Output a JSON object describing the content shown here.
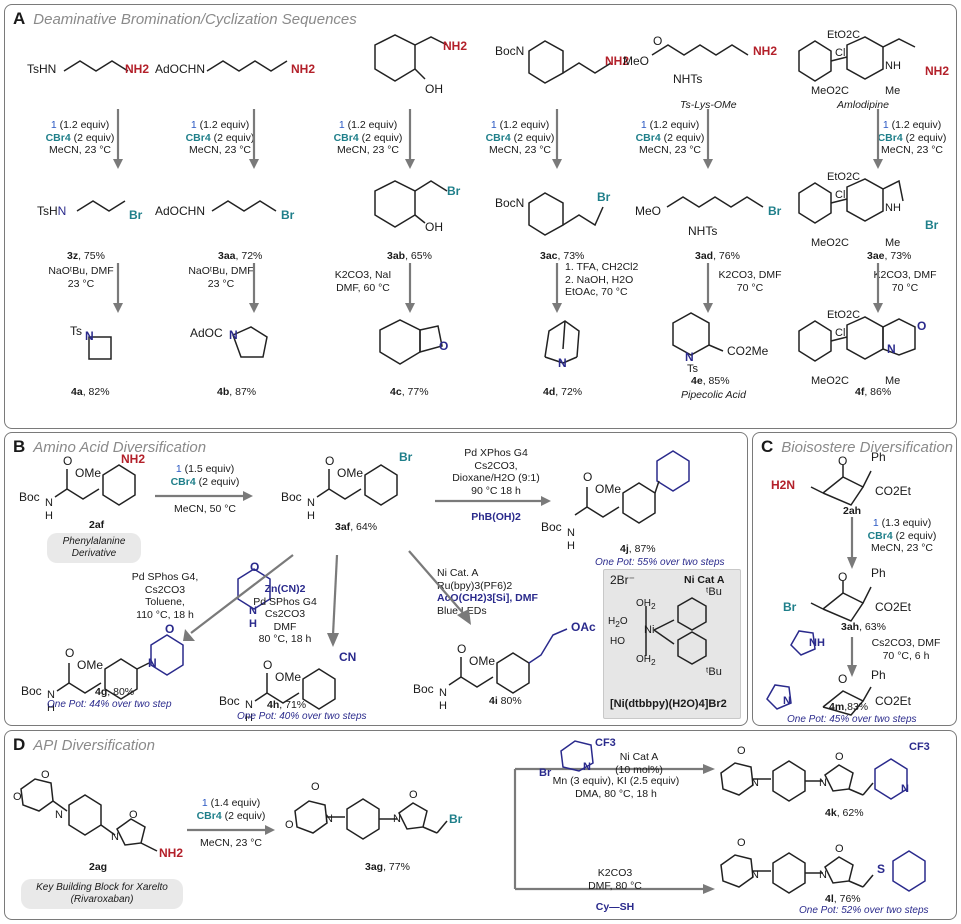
{
  "panelA": {
    "letter": "A",
    "title": "Deaminative Bromination/Cyclization Sequences",
    "cols": [
      {
        "sm": "TsHN",
        "sm_nh2": "NH2",
        "r_equiv": "(1.2 equiv)",
        "r_cbr": "(2 equiv)",
        "r_cond": "MeCN, 23 °C",
        "p1_lbl": "3z",
        "p1_yield": ", 75%",
        "c2a": "NaOᵗBu, DMF",
        "c2b": "23 °C",
        "p2_lbl": "4a",
        "p2_yield": ", 82%",
        "p1_text": "TsH",
        "p1_n": "N",
        "p1_br": "Br",
        "p2_text": "Ts"
      },
      {
        "sm": "AdOCHN",
        "sm_nh2": "NH2",
        "r_equiv": "(1.2 equiv)",
        "r_cbr": "(2 equiv)",
        "r_cond": "MeCN, 23 °C",
        "p1_lbl": "3aa",
        "p1_yield": ", 72%",
        "c2a": "NaOᵗBu, DMF",
        "c2b": "23 °C",
        "p2_lbl": "4b",
        "p2_yield": ", 87%",
        "p1_text": "AdOCHN",
        "p1_br": "Br",
        "p2_text": "AdOC"
      },
      {
        "sm_nh2": "NH2",
        "sm_oh": "OH",
        "r_equiv": "(1.2 equiv)",
        "r_cbr": "(2 equiv)",
        "r_cond": "MeCN, 23 °C",
        "p1_lbl": "3ab",
        "p1_yield": ", 65%",
        "c2a": "K2CO3, NaI",
        "c2b": "DMF, 60 °C",
        "p2_lbl": "4c",
        "p2_yield": ", 77%",
        "p1_br": "Br",
        "p1_oh": "OH",
        "p2_o": "O"
      },
      {
        "sm_boc": "BocN",
        "sm_nh2": "NH2",
        "r_equiv": "(1.2 equiv)",
        "r_cbr": "(2 equiv)",
        "r_cond": "MeCN, 23 °C",
        "p1_lbl": "3ac",
        "p1_yield": ", 73%",
        "c2a": "1. TFA, CH2Cl2",
        "c2b": "2. NaOH, H2O",
        "c2c": "EtOAc, 70 °C",
        "p2_lbl": "4d",
        "p2_yield": ", 72%",
        "p1_boc": "BocN",
        "p1_br": "Br",
        "p2_n": "N"
      },
      {
        "sm_meo": "MeO",
        "sm_o": "O",
        "sm_nhts": "NHTs",
        "sm_nh2": "NH2",
        "sm_name": "Ts-Lys-OMe",
        "r_equiv": "(1.2 equiv)",
        "r_cbr": "(2 equiv)",
        "r_cond": "MeCN, 23 °C",
        "p1_lbl": "3ad",
        "p1_yield": ", 76%",
        "c2a": "K2CO3, DMF",
        "c2b": "70 °C",
        "p2_lbl": "4e",
        "p2_yield": ", 85%",
        "p2_name": "Pipecolic Acid",
        "p1_meo": "MeO",
        "p1_nhts": "NHTs",
        "p1_br": "Br",
        "p2_n": "N",
        "p2_ts": "Ts",
        "p2_co2me": "CO2Me"
      },
      {
        "sm_eto": "EtO2C",
        "sm_cl": "Cl",
        "sm_nh": "NH",
        "sm_meo": "MeO2C",
        "sm_me": "Me",
        "sm_nh2": "NH2",
        "sm_name": "Amlodipine",
        "r_equiv": "(1.2 equiv)",
        "r_cbr": "(2 equiv)",
        "r_cond": "MeCN, 23 °C",
        "p1_lbl": "3ae",
        "p1_yield": ", 73%",
        "c2a": "K2CO3, DMF",
        "c2b": "70 °C",
        "p2_lbl": "4f",
        "p2_yield": ", 86%",
        "p1_br": "Br",
        "p2_n": "N",
        "p2_o": "O"
      }
    ],
    "reagent_1": "1",
    "reagent_cbr": "CBr4"
  },
  "panelB": {
    "letter": "B",
    "title": "Amino Acid Diversification",
    "sm_lbl": "2af",
    "sm_name": "Phenylalanine Derivative",
    "r_equiv": "(1.5 equiv)",
    "r_cbr": "(2 equiv)",
    "r_cond": "MeCN, 50 °C",
    "mid_lbl": "3af",
    "mid_yield": ", 64%",
    "suzuki_1": "Pd XPhos G4",
    "suzuki_2": "Cs2CO3,",
    "suzuki_3": "Dioxane/H2O (9:1)",
    "suzuki_4": "90 °C 18 h",
    "suzuki_reag": "PhB(OH)2",
    "p4j_lbl": "4j",
    "p4j_yield": ", 87%",
    "p4j_onepot": "One Pot: 55% over two steps",
    "bh_1": "Pd SPhos G4,",
    "bh_2": "Cs2CO3",
    "bh_3": "Toluene,",
    "bh_4": "110 °C, 18 h",
    "p4g_lbl": "4g",
    "p4g_yield": ", 80%",
    "p4g_onepot": "One Pot: 44% over two step",
    "cn_reag": "Zn(CN)2",
    "cn_1": "Pd SPhos G4",
    "cn_2": "Cs2CO3",
    "cn_3": "DMF",
    "cn_4": "80 °C, 18 h",
    "p4h_lbl": "4h",
    "p4h_yield": ", 71%",
    "p4h_onepot": "One Pot: 40% over two steps",
    "ni_1": "Ni Cat. A",
    "ni_2": "Ru(bpy)3(PF6)2",
    "ni_3": "AcO(CH2)3[Si], DMF",
    "ni_4": "Blue LEDs",
    "p4i_lbl": "4i",
    "p4i_yield": " 80%",
    "cat_title": "Ni Cat A",
    "cat_formula": "[Ni(dtbbpy)(H2O)4]Br2",
    "cat_2br": "2Br⁻",
    "cat_tbu": "ᵗBu",
    "ome": "OMe",
    "boc": "Boc",
    "n": "N",
    "h": "H",
    "o": "O",
    "br": "Br",
    "cn": "CN",
    "oac": "OAc",
    "nh2": "NH2"
  },
  "panelC": {
    "letter": "C",
    "title": "Bioisostere Diversification",
    "sm_lbl": "2ah",
    "r_equiv": "(1.3 equiv)",
    "r_cbr": "(2 equiv)",
    "r_cond": "MeCN, 23 °C",
    "mid_lbl": "3ah",
    "mid_yield": ", 63%",
    "c2a": "Cs2CO3, DMF",
    "c2b": "70 °C, 6 h",
    "p_lbl": "4m",
    "p_yield": ",83%",
    "onepot": "One Pot:  45% over two steps",
    "ph": "Ph",
    "co2et": "CO2Et",
    "h2n": "H2N",
    "br": "Br",
    "o": "O",
    "nh": "NH",
    "n": "N"
  },
  "panelD": {
    "letter": "D",
    "title": "API Diversification",
    "sm_lbl": "2ag",
    "sm_name": "Key Building Block for Xarelto (Rivaroxaban)",
    "r_equiv": "(1.4 equiv)",
    "r_cbr": "(2 equiv)",
    "r_cond": "MeCN, 23 °C",
    "mid_lbl": "3ag",
    "mid_yield": ", 77%",
    "top_reag_br": "Br",
    "top_reag_cf3": "CF3",
    "top_reag_n": "N",
    "top_1": "Ni Cat A",
    "top_2": "(10 mol%)",
    "top_3": "Mn (3 equiv), KI (2.5 equiv)",
    "top_4": "DMA, 80 °C, 18 h",
    "p4k_lbl": "4k",
    "p4k_yield": ", 62%",
    "bot_1": "K2CO3",
    "bot_2": "DMF, 80 °C",
    "bot_reag": "Cy—SH",
    "p4l_lbl": "4l",
    "p4l_yield": ", 76%",
    "p4l_onepot": "One Pot: 52% over two steps",
    "o": "O",
    "n": "N",
    "br": "Br",
    "s": "S",
    "nh2": "NH2",
    "cf3": "CF3"
  }
}
